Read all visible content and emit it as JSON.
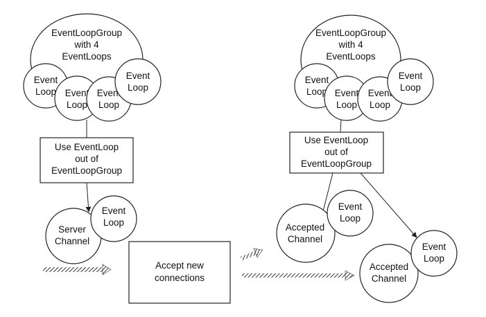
{
  "left": {
    "group": {
      "line1": "EventLoopGroup",
      "line2": "with 4",
      "line3": "EventLoops"
    },
    "loops": [
      {
        "line1": "Event",
        "line2": "Loop"
      },
      {
        "line1": "Event",
        "line2": "Loop"
      },
      {
        "line1": "Event",
        "line2": "Loop"
      },
      {
        "line1": "Event",
        "line2": "Loop"
      }
    ],
    "use_box": {
      "line1": "Use EventLoop",
      "line2": "out of",
      "line3": "EventLoopGroup"
    },
    "server_channel": {
      "line1": "Server",
      "line2": "Channel"
    },
    "server_loop": {
      "line1": "Event",
      "line2": "Loop"
    }
  },
  "center": {
    "accept_box": {
      "line1": "Accept new",
      "line2": "connections"
    }
  },
  "right": {
    "group": {
      "line1": "EventLoopGroup",
      "line2": "with 4",
      "line3": "EventLoops"
    },
    "loops": [
      {
        "line1": "Event",
        "line2": "Loop"
      },
      {
        "line1": "Event",
        "line2": "Loop"
      },
      {
        "line1": "Event",
        "line2": "Loop"
      },
      {
        "line1": "Event",
        "line2": "Loop"
      }
    ],
    "use_box": {
      "line1": "Use EventLoop",
      "line2": "out of",
      "line3": "EventLoopGroup"
    },
    "accepted_1": {
      "line1": "Accepted",
      "line2": "Channel"
    },
    "accepted_1_loop": {
      "line1": "Event",
      "line2": "Loop"
    },
    "accepted_2": {
      "line1": "Accepted",
      "line2": "Channel"
    },
    "accepted_2_loop": {
      "line1": "Event",
      "line2": "Loop"
    }
  }
}
